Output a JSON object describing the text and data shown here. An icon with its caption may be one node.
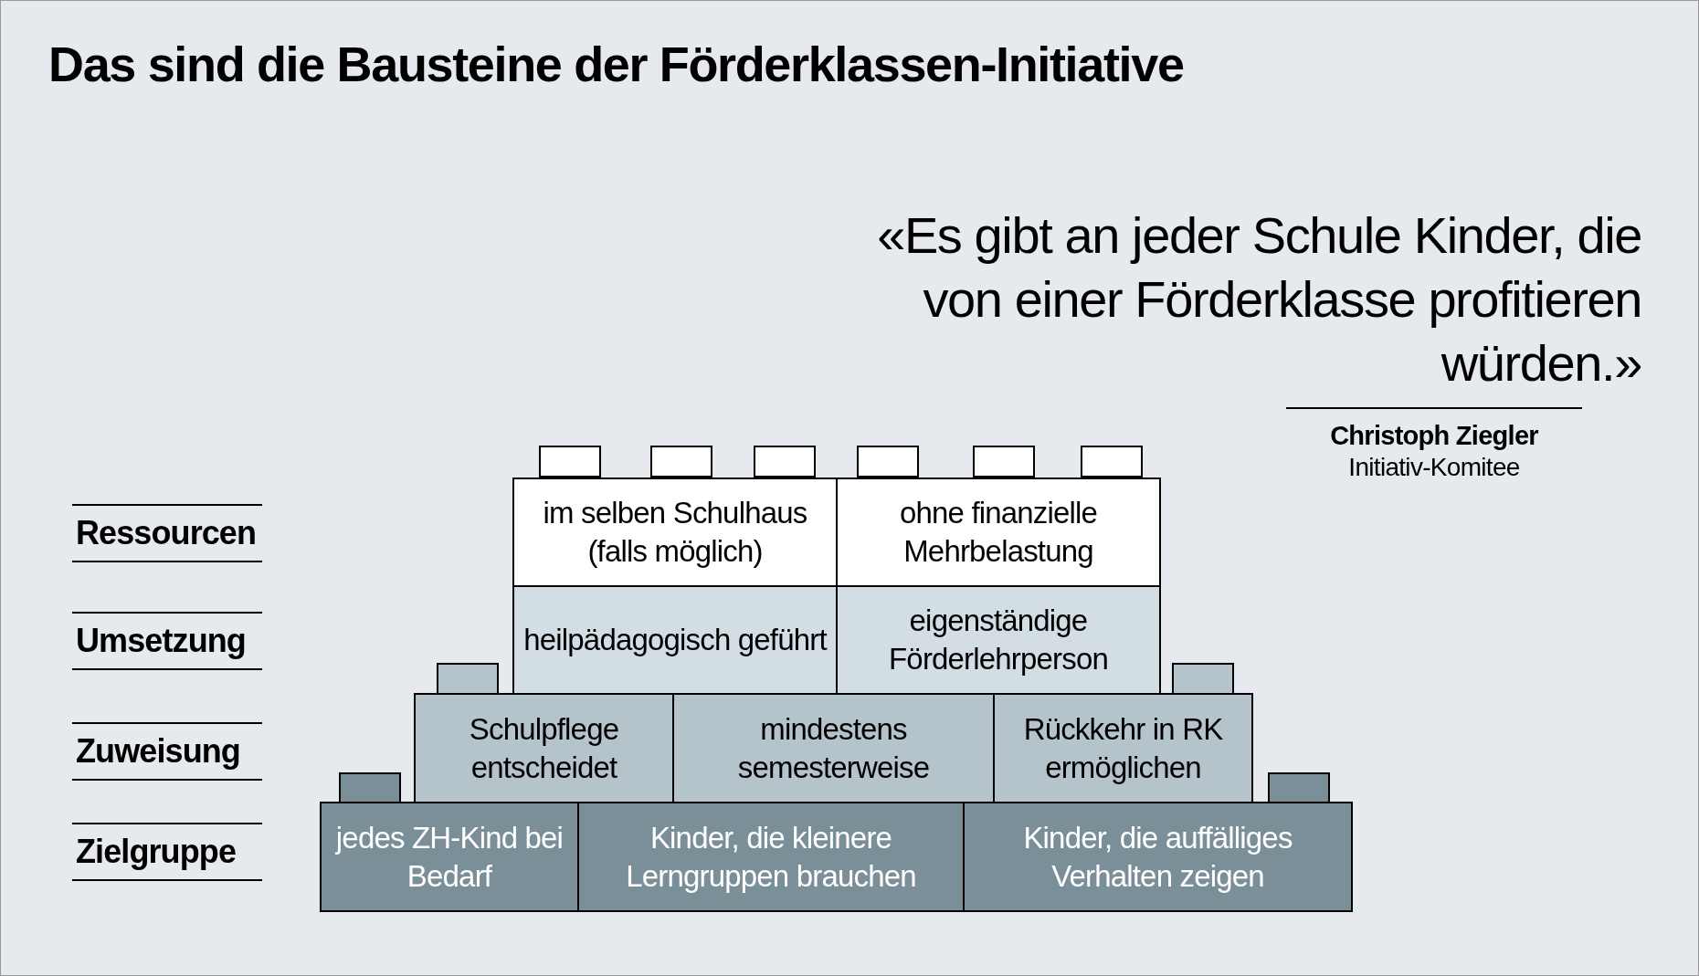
{
  "diagram": {
    "title": "Das sind die Bausteine der Förderklassen-Initiative",
    "nodes": [
      {
        "text": [
          "im selben Schulhaus (falls möglich)"
        ]
      },
      {
        "text": [
          "ohne finanzielle Mehrbelastung"
        ]
      },
      {
        "text": [
          "heilpädagogisch geführt"
        ]
      },
      {
        "text": [
          "eigenständige Förderlehrperson"
        ]
      },
      {
        "text": [
          "Schulpflege entscheidet"
        ]
      },
      {
        "text": [
          "mindestens semesterweise"
        ]
      },
      {
        "text": [
          "Rückkehr in RK ermöglichen"
        ]
      },
      {
        "text": [
          "jedes ZH-Kind bei Bedarf"
        ]
      },
      {
        "text": [
          "Kinder, die kleinere Lerngruppen brauchen"
        ]
      },
      {
        "text": [
          "Kinder, die auffälliges Verhalten zeigen"
        ]
      }
    ],
    "labels": [
      "«Es gibt an jeder Schule Kinder, die von einer Förderklasse profitieren würden.»",
      "Christoph Ziegler",
      "Initiativ-Komitee",
      "Ressourcen",
      "Umsetzung",
      "Zuweisung",
      "Zielgruppe"
    ]
  }
}
